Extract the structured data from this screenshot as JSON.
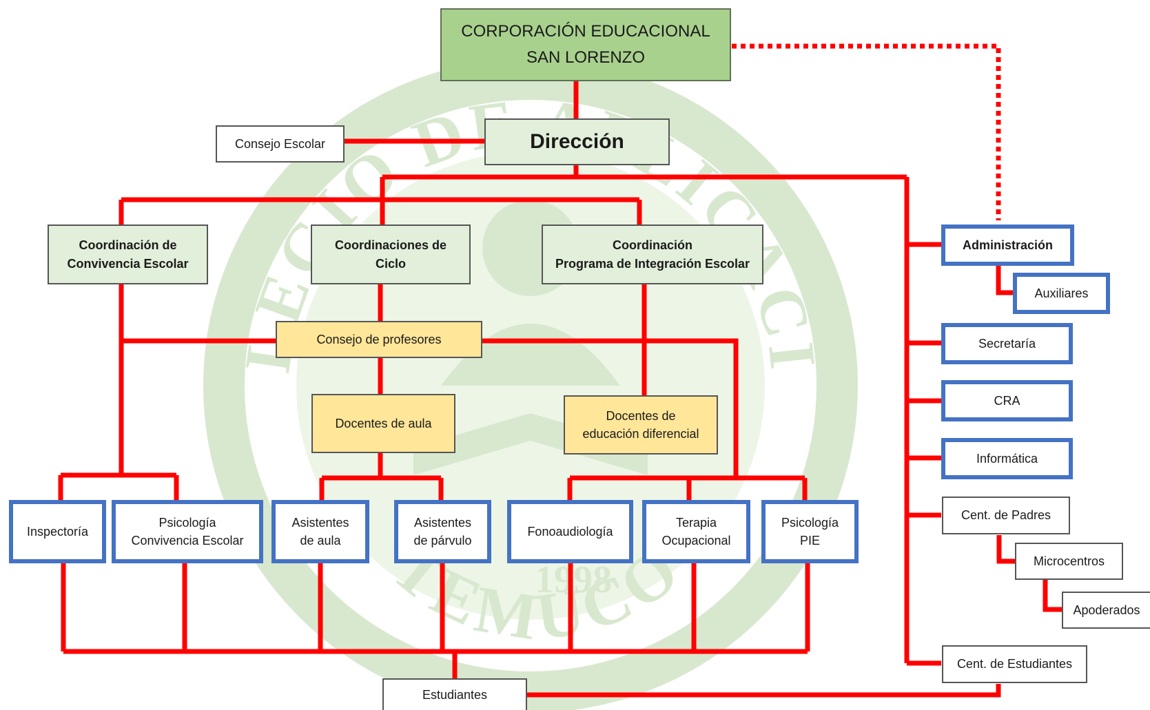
{
  "colors": {
    "connector": "#ff0000",
    "watermark": "#d8e8cf",
    "root_fill": "#a9d18e",
    "direction_fill": "#e2efda",
    "coordination_fill": "#e2efda",
    "teacher_fill": "#ffe699",
    "support_border": "#4472c4"
  },
  "watermark": {
    "arc_top": "COLEGIO DE APLICACION",
    "arc_bottom": "TEMUCO",
    "year": "1998"
  },
  "nodes": {
    "root": {
      "lines": [
        "CORPORACIÓN EDUCACIONAL",
        "SAN LORENZO"
      ]
    },
    "direccion": {
      "lines": [
        "Dirección"
      ]
    },
    "consejo_escolar": {
      "lines": [
        "Consejo Escolar"
      ]
    },
    "coord_convivencia": {
      "lines": [
        "Coordinación de",
        "Convivencia Escolar"
      ]
    },
    "coord_ciclo": {
      "lines": [
        "Coordinaciones de",
        "Ciclo"
      ]
    },
    "coord_pie": {
      "lines": [
        "Coordinación",
        "Programa de Integración Escolar"
      ]
    },
    "consejo_profesores": {
      "lines": [
        "Consejo de profesores"
      ]
    },
    "docentes_aula": {
      "lines": [
        "Docentes de aula"
      ]
    },
    "docentes_diferencial": {
      "lines": [
        "Docentes de",
        "educación diferencial"
      ]
    },
    "inspectoria": {
      "lines": [
        "Inspectoría"
      ]
    },
    "psico_convivencia": {
      "lines": [
        "Psicología",
        "Convivencia Escolar"
      ]
    },
    "asist_aula": {
      "lines": [
        "Asistentes",
        "de aula"
      ]
    },
    "asist_parvulo": {
      "lines": [
        "Asistentes",
        "de párvulo"
      ]
    },
    "fonoaudiologia": {
      "lines": [
        "Fonoaudiología"
      ]
    },
    "terapia": {
      "lines": [
        "Terapia",
        "Ocupacional"
      ]
    },
    "psico_pie": {
      "lines": [
        "Psicología",
        "PIE"
      ]
    },
    "estudiantes": {
      "lines": [
        "Estudiantes"
      ]
    },
    "administracion": {
      "lines": [
        "Administración"
      ]
    },
    "auxiliares": {
      "lines": [
        "Auxiliares"
      ]
    },
    "secretaria": {
      "lines": [
        "Secretaría"
      ]
    },
    "cra": {
      "lines": [
        "CRA"
      ]
    },
    "informatica": {
      "lines": [
        "Informática"
      ]
    },
    "cent_padres": {
      "lines": [
        "Cent. de Padres"
      ]
    },
    "microcentros": {
      "lines": [
        "Microcentros"
      ]
    },
    "apoderados": {
      "lines": [
        "Apoderados"
      ]
    },
    "cent_estudiantes": {
      "lines": [
        "Cent. de Estudiantes"
      ]
    }
  }
}
